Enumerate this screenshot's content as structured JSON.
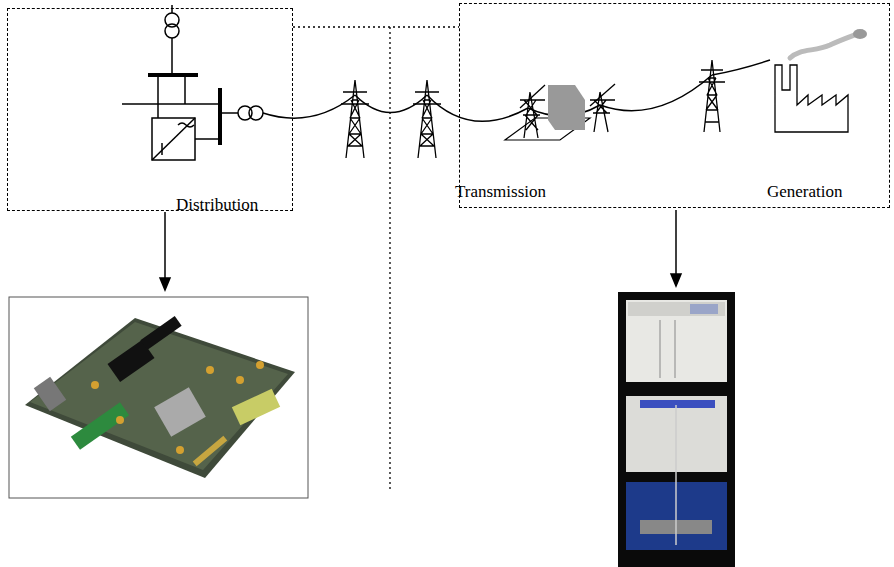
{
  "diagram": {
    "nodes": [
      {
        "text": [
          "Distribution"
        ]
      },
      {
        "text": [
          "Transmission",
          "Generation"
        ]
      }
    ],
    "edges": [
      {
        "from": 0,
        "to": 1,
        "arrow": "none"
      }
    ]
  }
}
